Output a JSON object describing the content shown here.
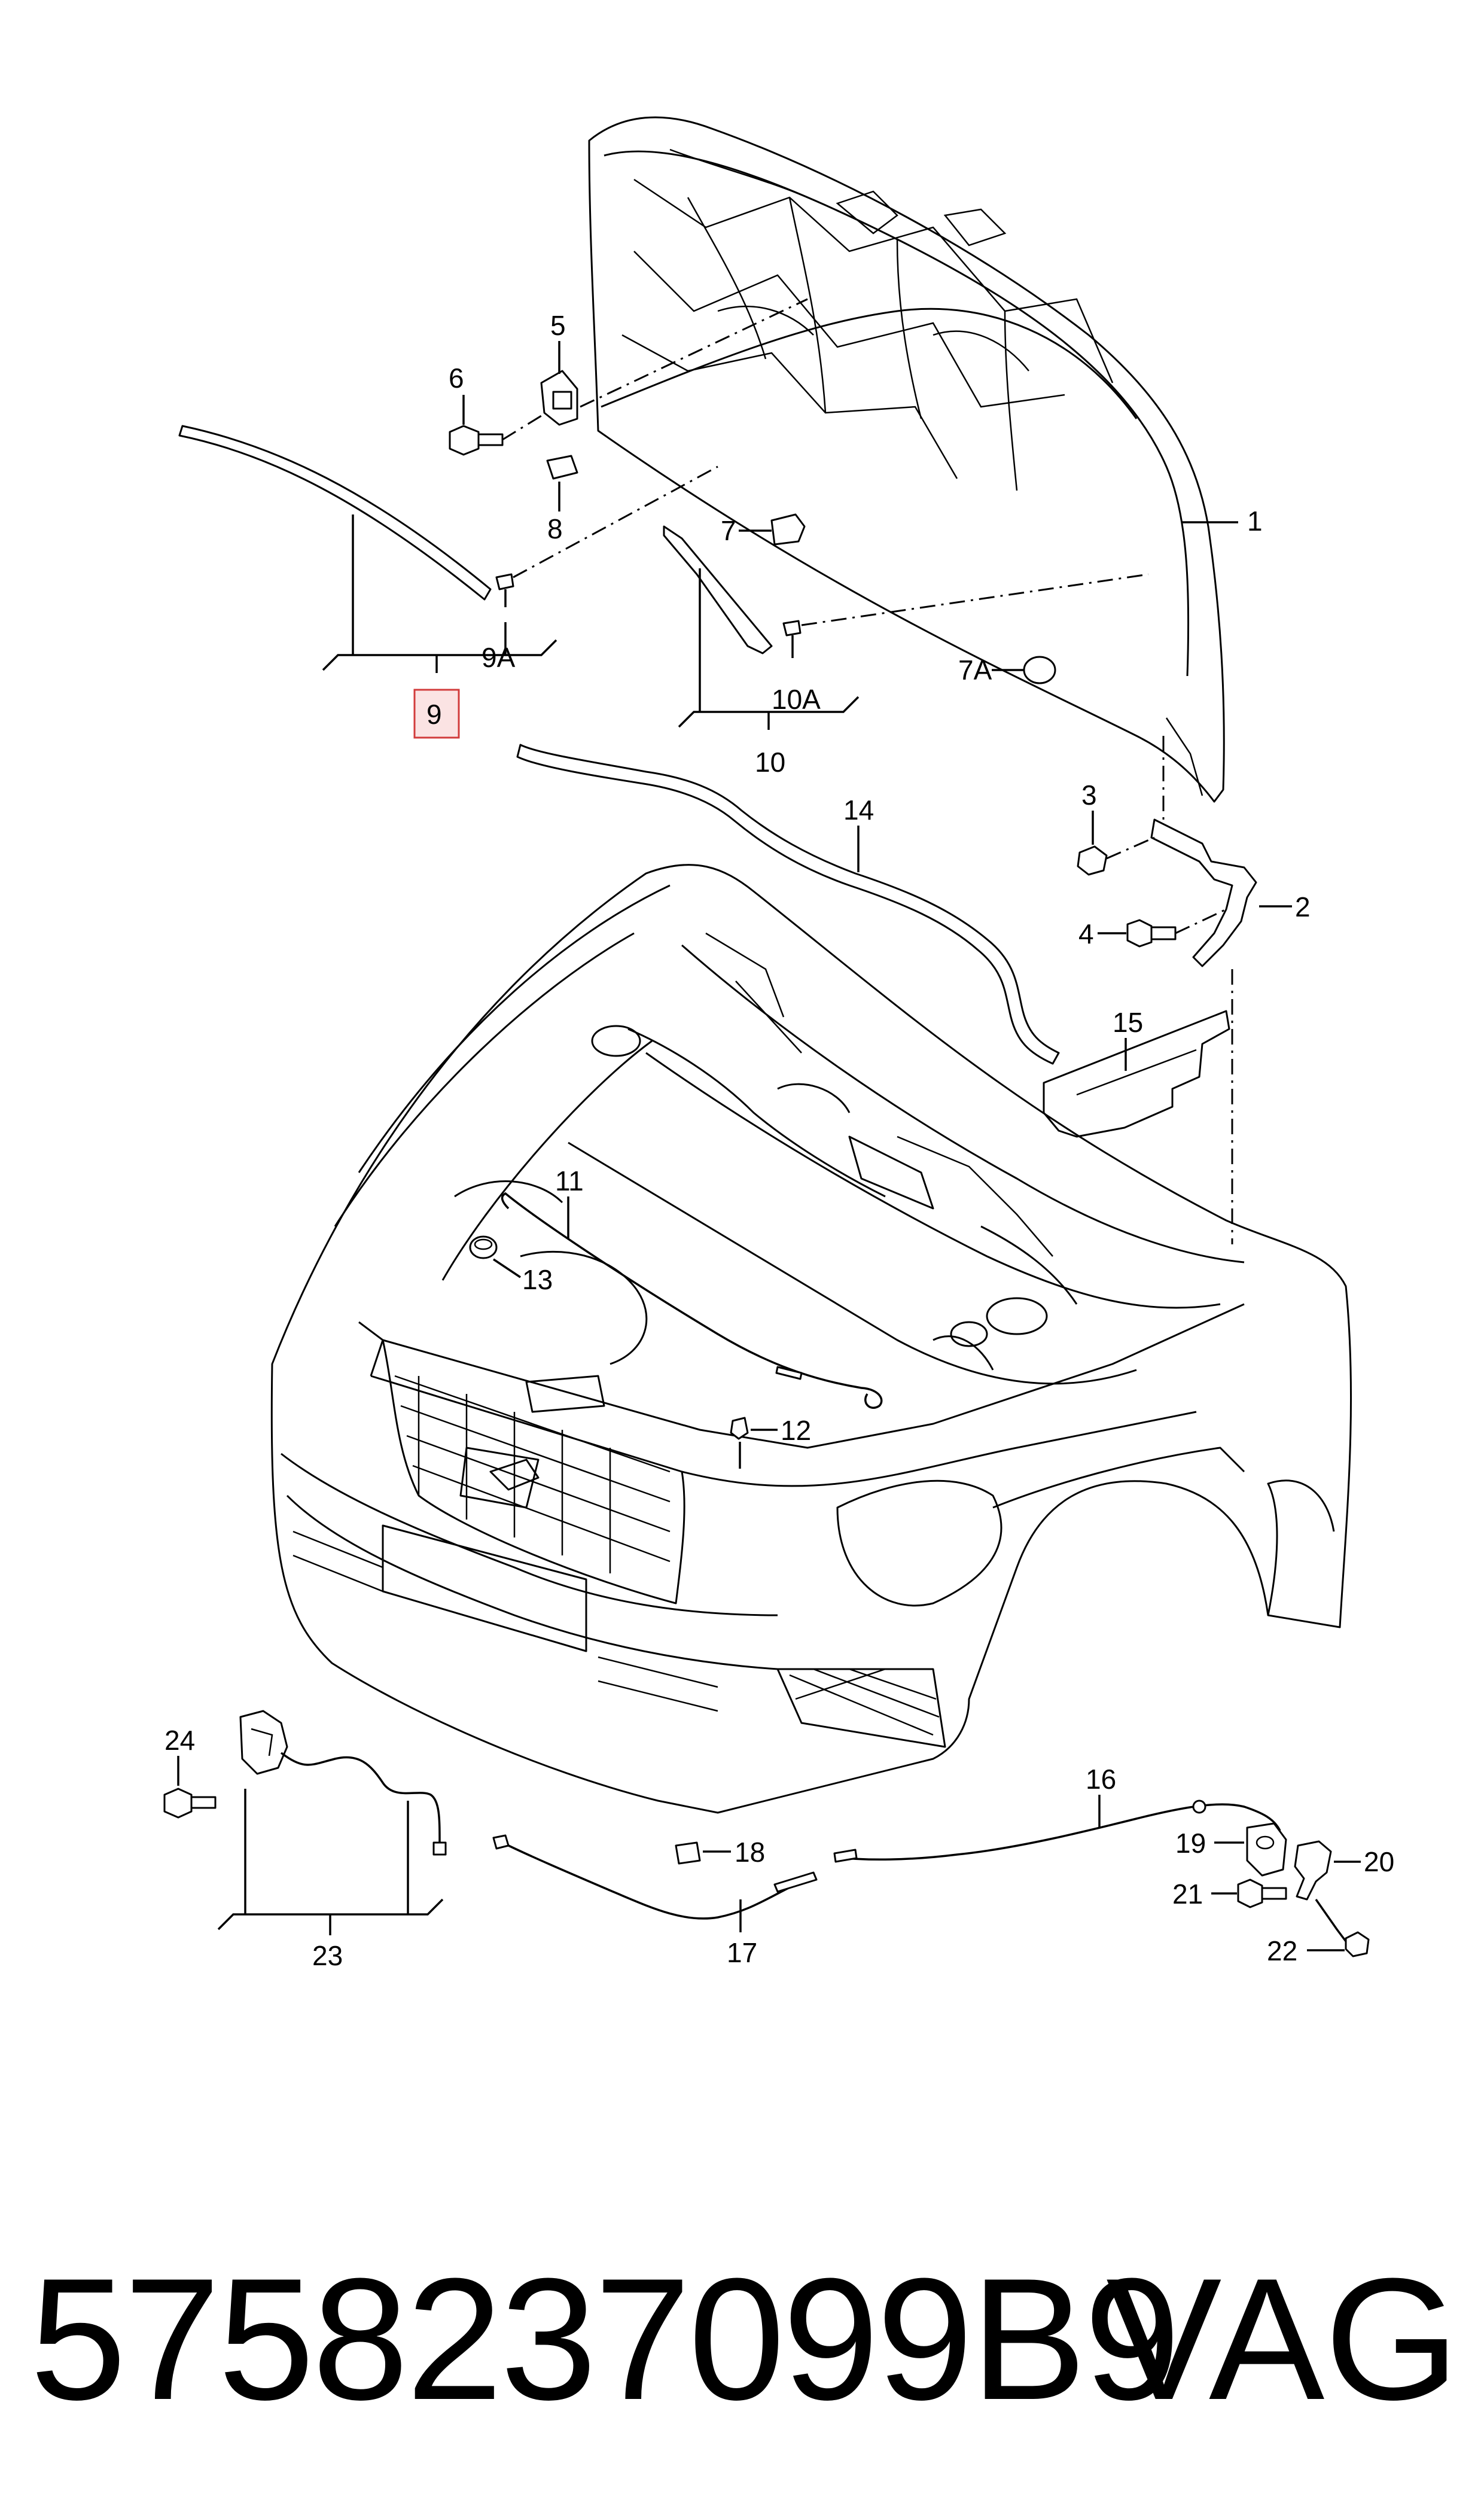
{
  "callouts": {
    "c1": "1",
    "c2": "2",
    "c3": "3",
    "c4": "4",
    "c5": "5",
    "c6": "6",
    "c7": "7",
    "c7a": "7A",
    "c8": "8",
    "c9": "9",
    "c9a": "9A",
    "c10": "10",
    "c10a": "10A",
    "c11": "11",
    "c12": "12",
    "c13": "13",
    "c14": "14",
    "c15": "15",
    "c16": "16",
    "c17": "17",
    "c18": "18",
    "c19": "19",
    "c20": "20",
    "c21": "21",
    "c22": "22",
    "c23": "23",
    "c24": "24"
  },
  "highlighted_callout": "9",
  "colors": {
    "highlight_fill": "#fbe3e3",
    "highlight_border": "#d23c3c",
    "line": "#000000",
    "background": "#ffffff"
  },
  "footer": {
    "part_number": "5758237099B9",
    "brand": "VAG"
  }
}
